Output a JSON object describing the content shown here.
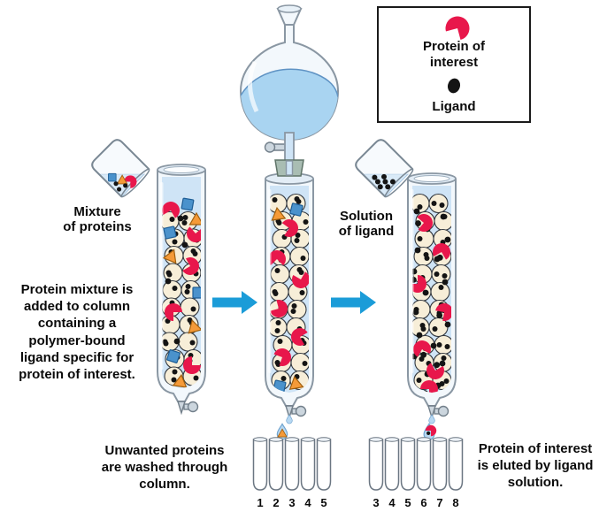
{
  "legend": {
    "protein_label": "Protein of\ninterest",
    "ligand_label": "Ligand"
  },
  "captions": {
    "mixture": "Mixture\nof proteins",
    "step1": "Protein mixture is\nadded to column\ncontaining a\npolymer-bound\nligand specific for\nprotein of interest.",
    "step2": "Unwanted proteins\nare washed through\ncolumn.",
    "solution": "Solution\nof ligand",
    "step3": "Protein of interest\nis eluted by ligand\nsolution."
  },
  "wash_tubes": {
    "labels": [
      "1",
      "2",
      "3",
      "4",
      "5"
    ]
  },
  "elution_tubes": {
    "labels": [
      "3",
      "4",
      "5",
      "6",
      "7",
      "8"
    ]
  },
  "colors": {
    "protein": "#e8174b",
    "ligand": "#141414",
    "triangle": "#f59a38",
    "square": "#4a92cc",
    "bead": "#f7eed8",
    "liquid": "#cfe4f6",
    "arrow": "#1b9cd8"
  }
}
